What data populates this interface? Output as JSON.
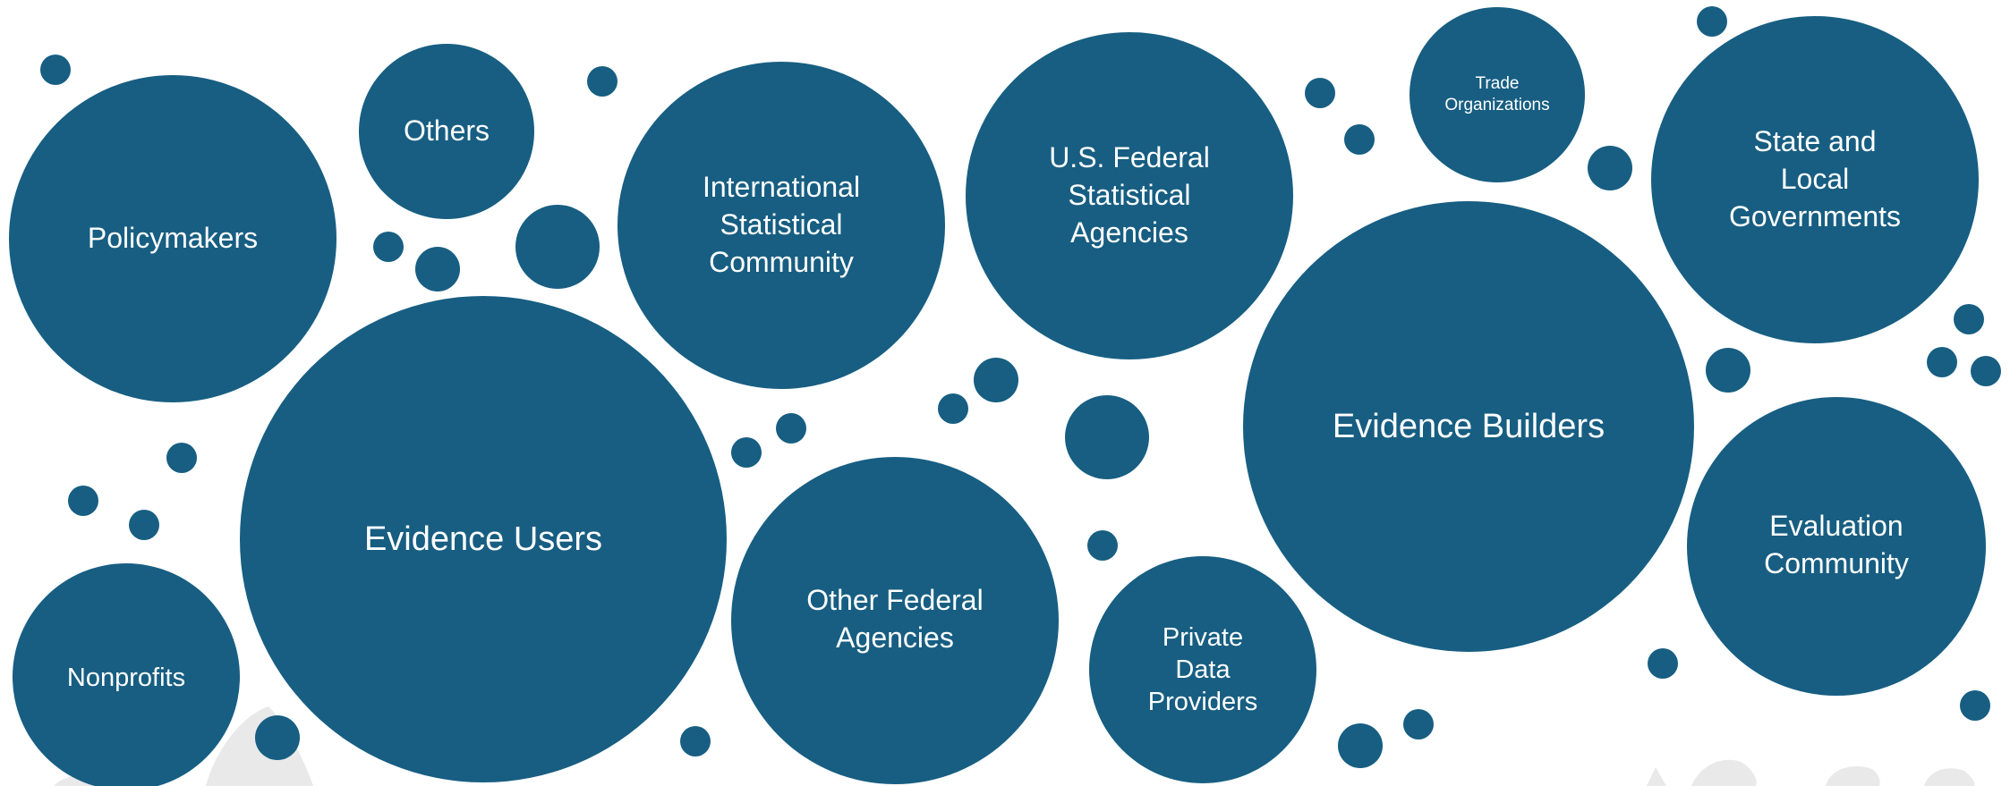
{
  "bubbles": {
    "policymakers": [
      "Policymakers"
    ],
    "others": [
      "Others"
    ],
    "international": [
      "International",
      "Statistical",
      "Community"
    ],
    "us_federal": [
      "U.S. Federal",
      "Statistical",
      "Agencies"
    ],
    "trade": [
      "Trade",
      "Organizations"
    ],
    "state_local": [
      "State and",
      "Local",
      "Governments"
    ],
    "evidence_users": [
      "Evidence Users"
    ],
    "other_federal": [
      "Other Federal",
      "Agencies"
    ],
    "private_data": [
      "Private",
      "Data",
      "Providers"
    ],
    "evidence_builders": [
      "Evidence Builders"
    ],
    "evaluation": [
      "Evaluation",
      "Community"
    ],
    "nonprofits": [
      "Nonprofits"
    ]
  },
  "colors": {
    "bubble": "#175e82",
    "label": "#ffffff",
    "watermark": "#e9e9e9"
  }
}
